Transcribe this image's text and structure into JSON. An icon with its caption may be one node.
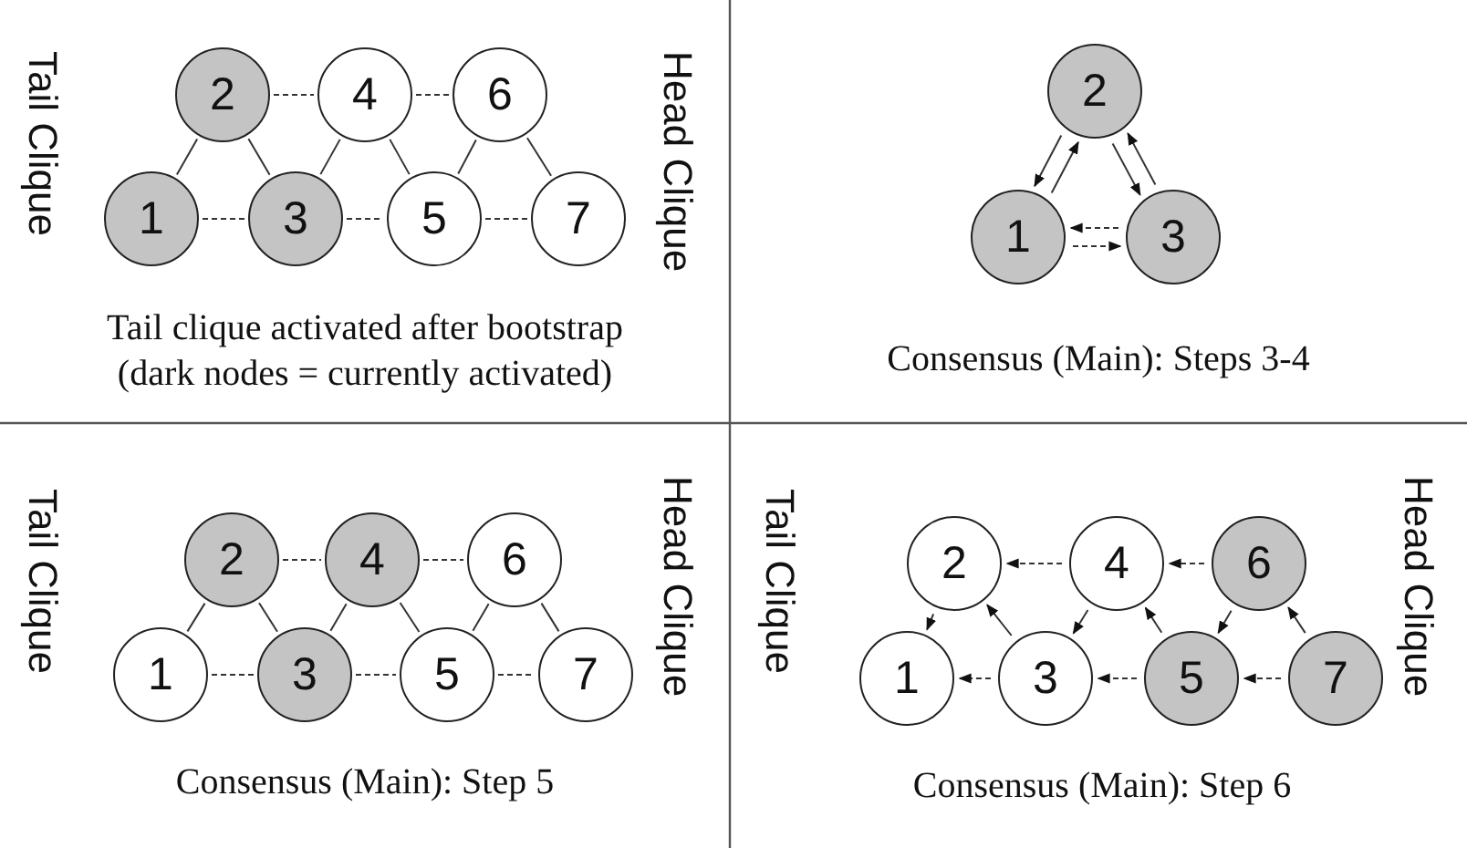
{
  "diagram": {
    "nodes": [
      {
        "text": [
          "1"
        ]
      },
      {
        "text": [
          "2"
        ]
      },
      {
        "text": [
          "3"
        ]
      },
      {
        "text": [
          "4"
        ]
      },
      {
        "text": [
          "5"
        ]
      },
      {
        "text": [
          "6"
        ]
      },
      {
        "text": [
          "7"
        ]
      },
      {
        "text": [
          "2"
        ]
      },
      {
        "text": [
          "1"
        ]
      },
      {
        "text": [
          "3"
        ]
      },
      {
        "text": [
          "1"
        ]
      },
      {
        "text": [
          "2"
        ]
      },
      {
        "text": [
          "3"
        ]
      },
      {
        "text": [
          "4"
        ]
      },
      {
        "text": [
          "5"
        ]
      },
      {
        "text": [
          "6"
        ]
      },
      {
        "text": [
          "7"
        ]
      },
      {
        "text": [
          "1"
        ]
      },
      {
        "text": [
          "2"
        ]
      },
      {
        "text": [
          "3"
        ]
      },
      {
        "text": [
          "4"
        ]
      },
      {
        "text": [
          "5"
        ]
      },
      {
        "text": [
          "6"
        ]
      },
      {
        "text": [
          "7"
        ]
      }
    ],
    "edges": [
      {
        "from": 1,
        "to": 0,
        "arrow": "none"
      },
      {
        "from": 1,
        "to": 2,
        "arrow": "none"
      },
      {
        "from": 3,
        "to": 2,
        "arrow": "none"
      },
      {
        "from": 3,
        "to": 4,
        "arrow": "none"
      },
      {
        "from": 5,
        "to": 4,
        "arrow": "none"
      },
      {
        "from": 5,
        "to": 6,
        "arrow": "none"
      },
      {
        "from": 1,
        "to": 3,
        "arrow": "none",
        "style": "dashed"
      },
      {
        "from": 3,
        "to": 5,
        "arrow": "none",
        "style": "dashed"
      },
      {
        "from": 0,
        "to": 2,
        "arrow": "none",
        "style": "dashed"
      },
      {
        "from": 2,
        "to": 4,
        "arrow": "none",
        "style": "dashed"
      },
      {
        "from": 4,
        "to": 6,
        "arrow": "none",
        "style": "dashed"
      },
      {
        "from": 7,
        "to": 8,
        "arrow": "to"
      },
      {
        "from": 8,
        "to": 7,
        "arrow": "to"
      },
      {
        "from": 9,
        "to": 7,
        "arrow": "to"
      },
      {
        "from": 7,
        "to": 9,
        "arrow": "to"
      },
      {
        "from": 9,
        "to": 8,
        "arrow": "to",
        "style": "dashed"
      },
      {
        "from": 8,
        "to": 9,
        "arrow": "to",
        "style": "dashed"
      },
      {
        "from": 11,
        "to": 10,
        "arrow": "none"
      },
      {
        "from": 11,
        "to": 12,
        "arrow": "none"
      },
      {
        "from": 13,
        "to": 12,
        "arrow": "none"
      },
      {
        "from": 13,
        "to": 14,
        "arrow": "none"
      },
      {
        "from": 15,
        "to": 14,
        "arrow": "none"
      },
      {
        "from": 15,
        "to": 16,
        "arrow": "none"
      },
      {
        "from": 11,
        "to": 13,
        "arrow": "none",
        "style": "dashed"
      },
      {
        "from": 13,
        "to": 15,
        "arrow": "none",
        "style": "dashed"
      },
      {
        "from": 10,
        "to": 12,
        "arrow": "none",
        "style": "dashed"
      },
      {
        "from": 12,
        "to": 14,
        "arrow": "none",
        "style": "dashed"
      },
      {
        "from": 14,
        "to": 16,
        "arrow": "none",
        "style": "dashed"
      },
      {
        "from": 20,
        "to": 18,
        "arrow": "to",
        "style": "dashed"
      },
      {
        "from": 22,
        "to": 20,
        "arrow": "to",
        "style": "dashed"
      },
      {
        "from": 18,
        "to": 17,
        "arrow": "to"
      },
      {
        "from": 19,
        "to": 18,
        "arrow": "to"
      },
      {
        "from": 20,
        "to": 19,
        "arrow": "to"
      },
      {
        "from": 21,
        "to": 20,
        "arrow": "to"
      },
      {
        "from": 22,
        "to": 21,
        "arrow": "to"
      },
      {
        "from": 23,
        "to": 22,
        "arrow": "to"
      },
      {
        "from": 19,
        "to": 17,
        "arrow": "to",
        "style": "dashed"
      },
      {
        "from": 21,
        "to": 19,
        "arrow": "to",
        "style": "dashed"
      },
      {
        "from": 23,
        "to": 21,
        "arrow": "to",
        "style": "dashed"
      }
    ],
    "labels": [
      "Tail Clique",
      "Head Clique",
      "Tail clique activated after bootstrap (dark nodes = currently activated)",
      "Consensus (Main): Steps 3-4",
      "Tail Clique",
      "Head Clique",
      "Consensus (Main): Step 5",
      "Tail Clique",
      "Head Clique",
      "Consensus (Main): Step 6"
    ]
  }
}
